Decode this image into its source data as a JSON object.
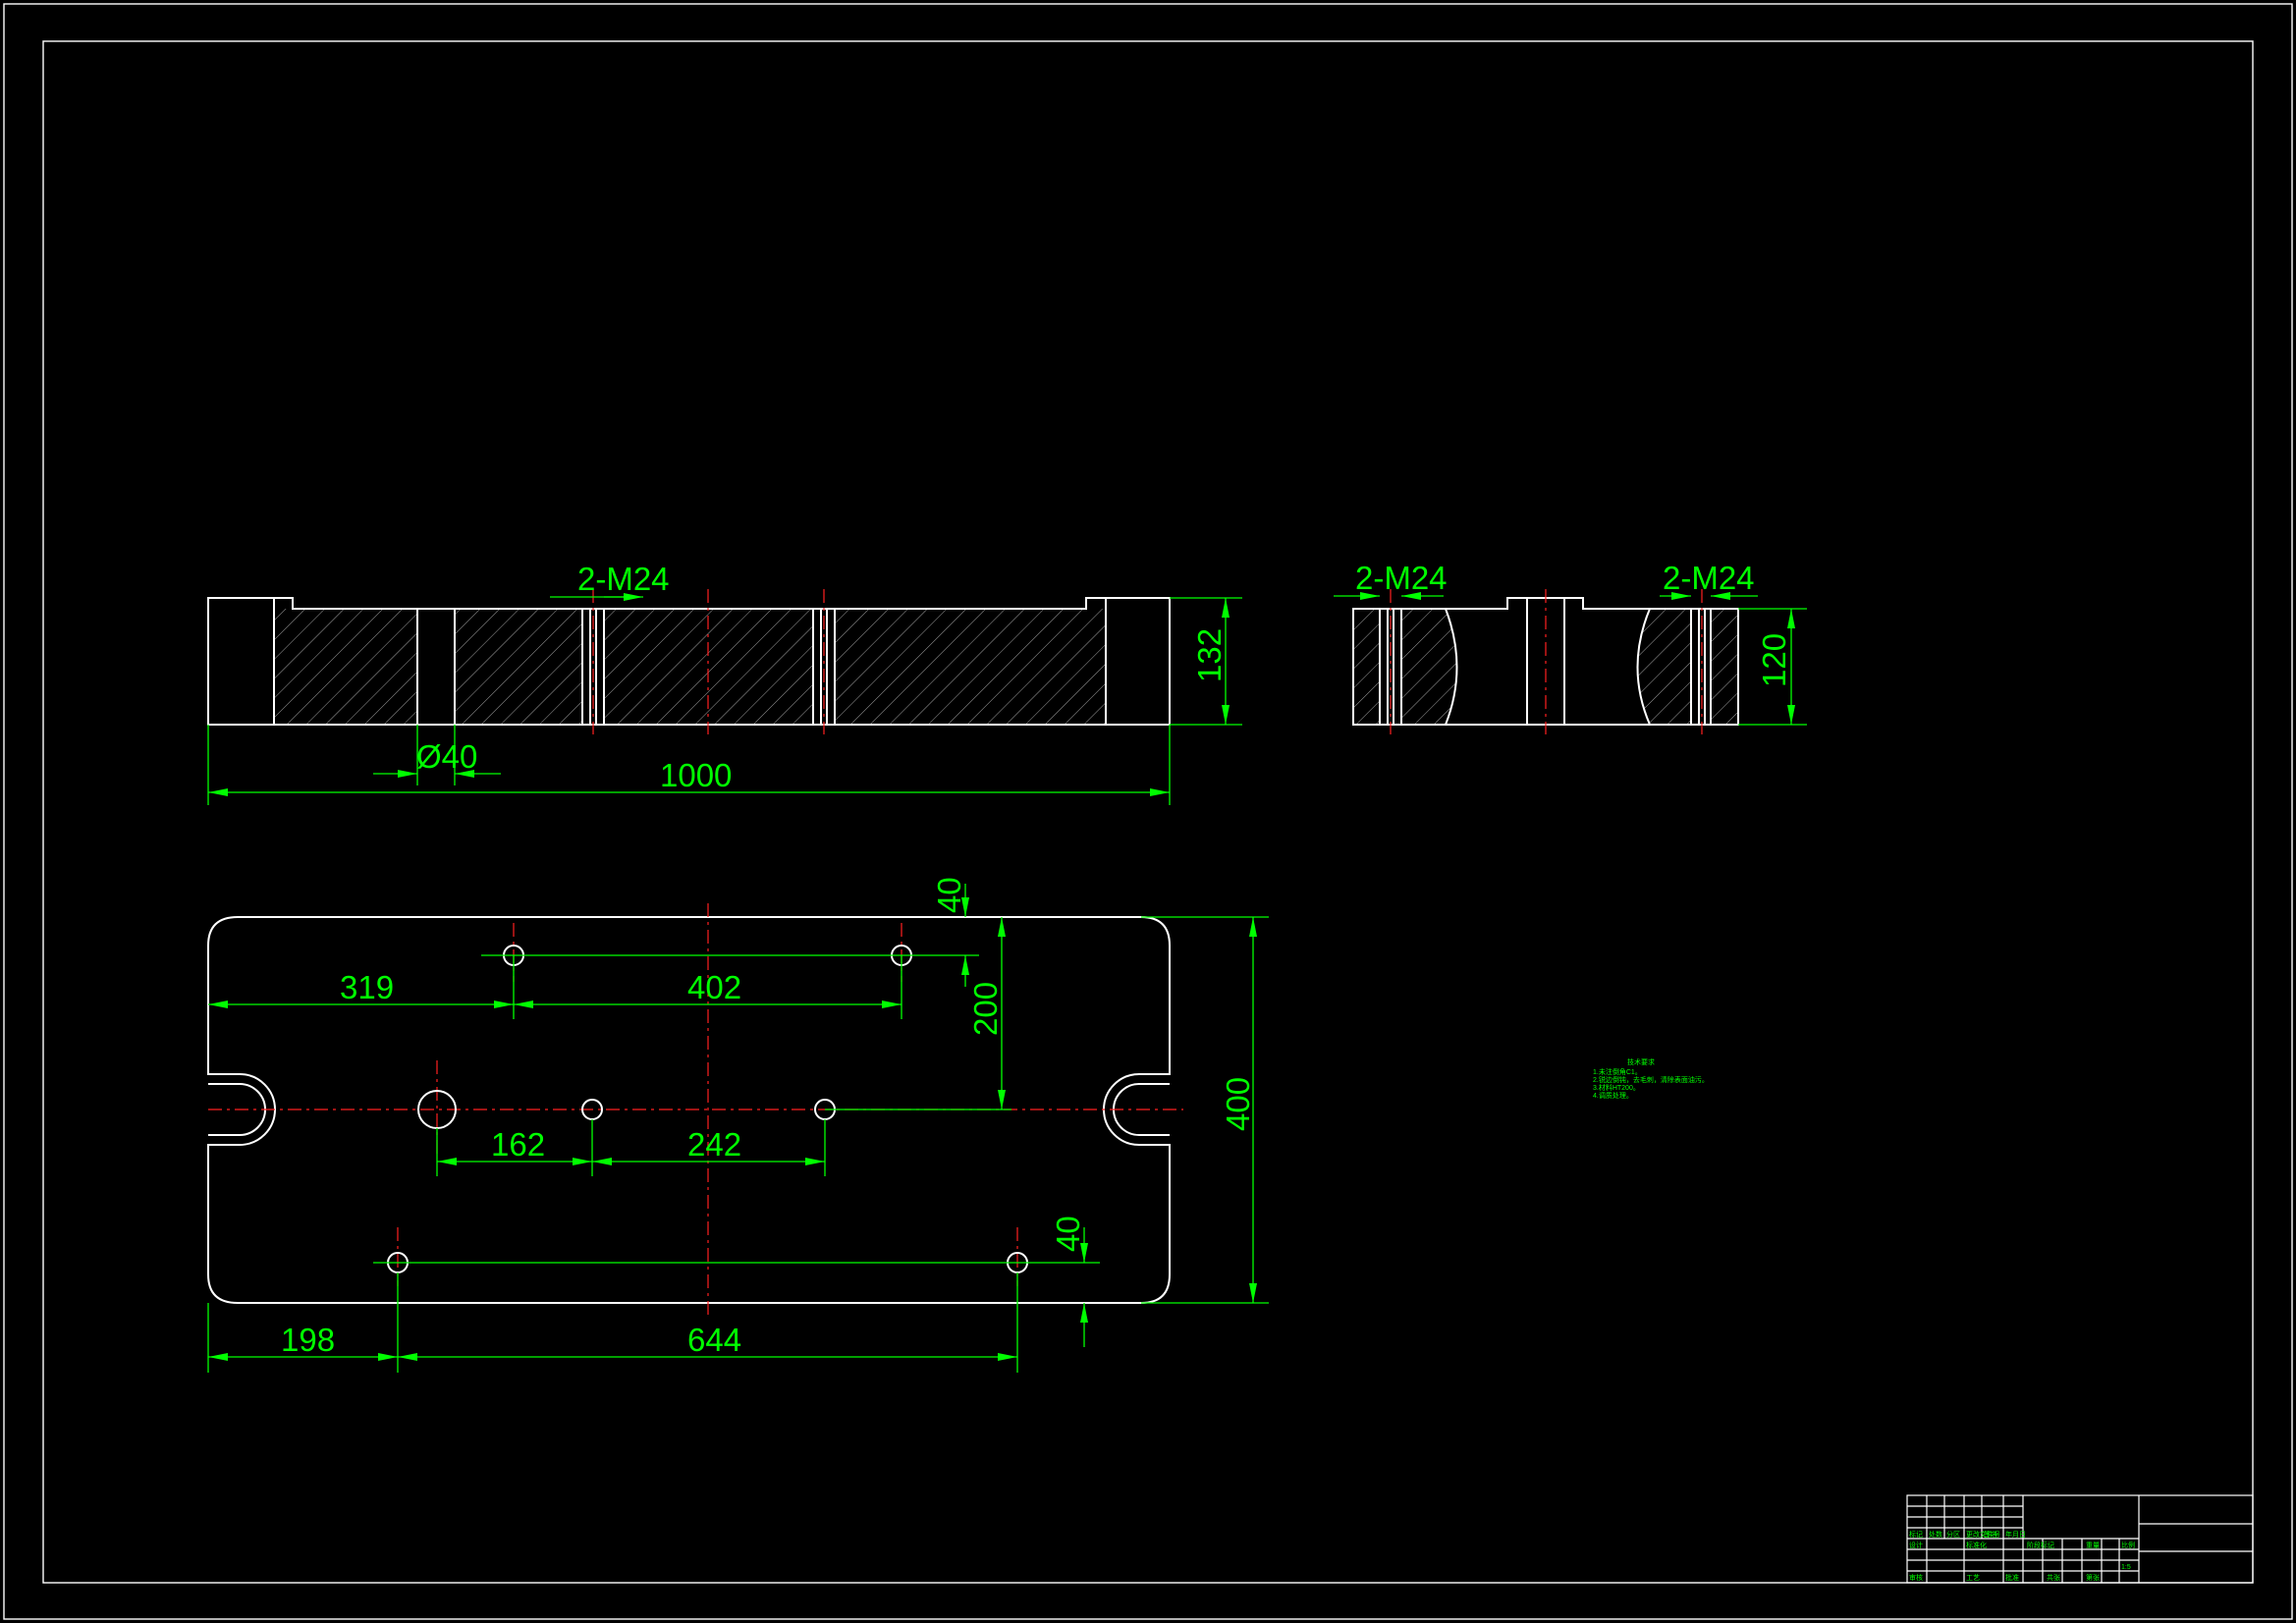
{
  "drawing": {
    "background": "#000000",
    "line_color": "#ffffff",
    "dimension_color": "#00ff00",
    "centerline_color": "#ff2020"
  },
  "front_view": {
    "thread_label": "2-M24",
    "height_label": "132",
    "hole_label": "Ø40",
    "length_label": "1000"
  },
  "side_view": {
    "thread_label_left": "2-M24",
    "thread_label_right": "2-M24",
    "height_label": "120"
  },
  "plan_view": {
    "dims": {
      "d319": "319",
      "d402": "402",
      "d40_top": "40",
      "d200": "200",
      "d400": "400",
      "d162": "162",
      "d242": "242",
      "d40_bottom": "40",
      "d198": "198",
      "d644": "644"
    }
  },
  "notes": {
    "title": "技术要求",
    "lines": [
      "1.未注倒角C1。",
      "2.锐边倒钝，去毛刺，清除表面油污。",
      "3.材料HT200。",
      "4.调质处理。"
    ]
  },
  "title_block": {
    "labels": [
      "标记",
      "处数",
      "分区",
      "更改文件号",
      "签名",
      "年月日",
      "设计",
      "标准化",
      "阶段标记",
      "重量",
      "比例",
      "审核",
      "工艺",
      "批准",
      "共张",
      "第张"
    ],
    "scale": "1:5"
  }
}
